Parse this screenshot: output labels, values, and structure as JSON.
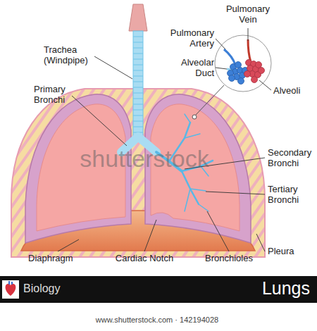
{
  "diagram": {
    "title": "Lungs",
    "labels": [
      "Pulmonary Vein",
      "Pulmonary Artery",
      "Alveolar Duct",
      "Alveoli",
      "Trachea (Windpipe)",
      "Primary Bronchi",
      "Secondary Bronchi",
      "Tertiary Bronchi",
      "Pleura",
      "Diaphragm",
      "Cardiac Notch",
      "Bronchioles",
      "Biology",
      "www.shutterstock.com · 142194028",
      "shutterstock"
    ]
  }
}
